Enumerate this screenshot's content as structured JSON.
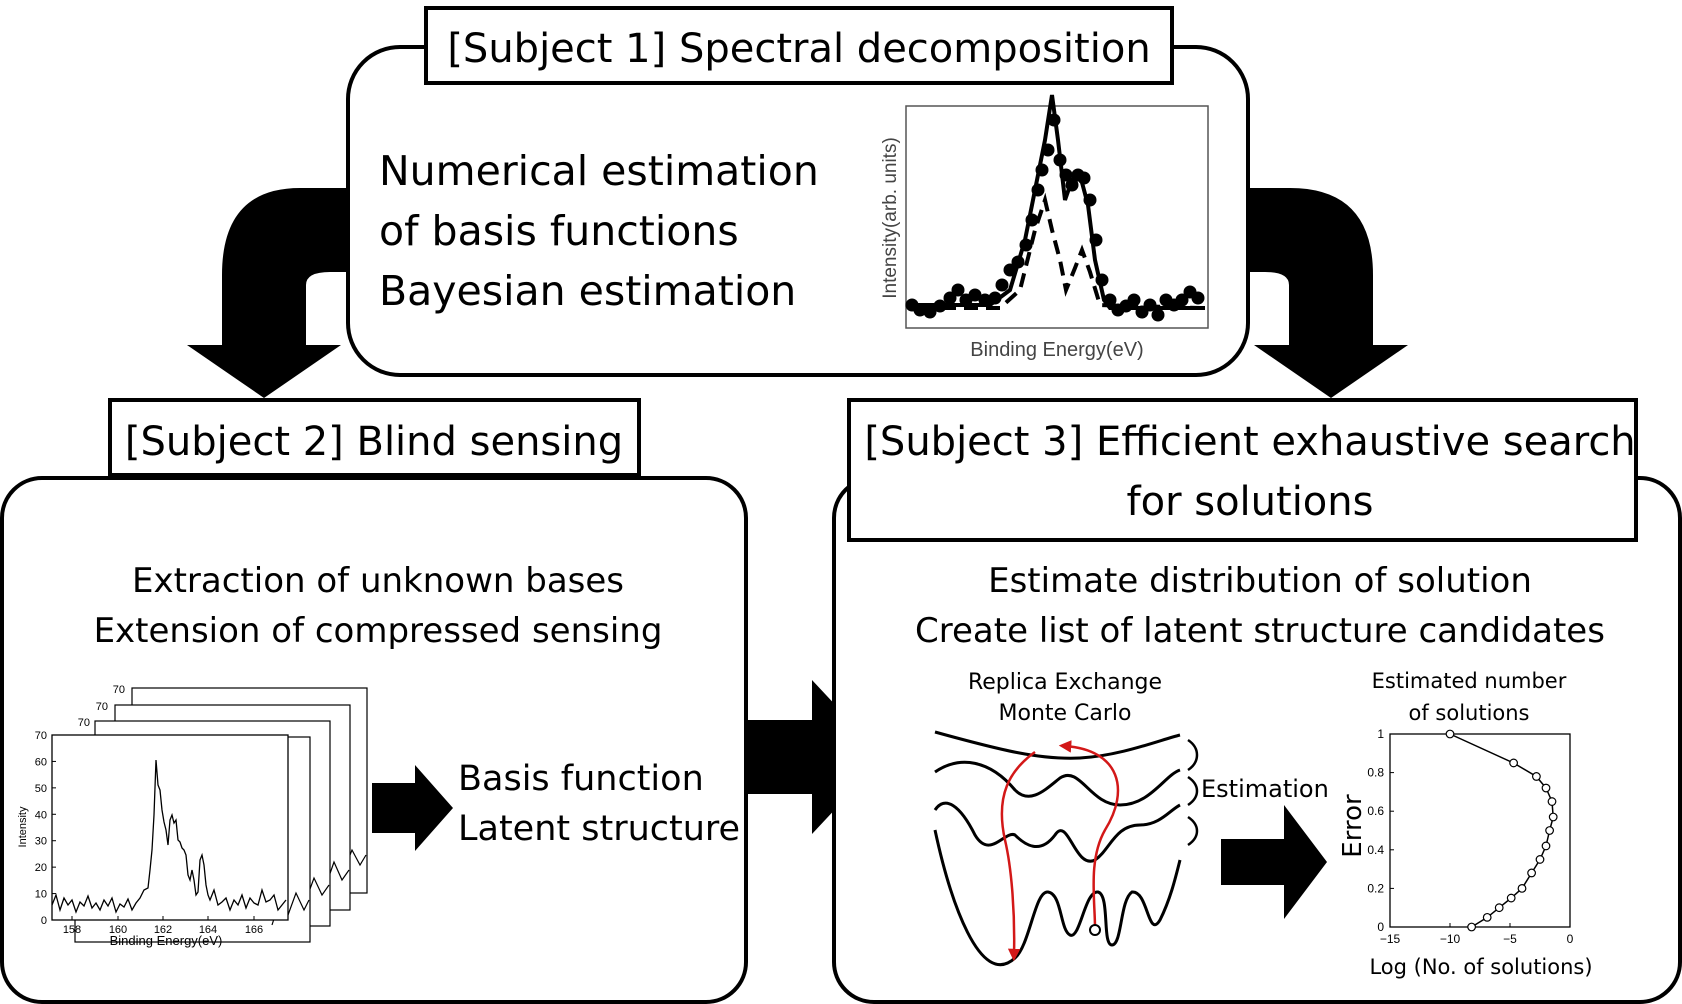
{
  "subject1": {
    "title": "[Subject 1] Spectral decomposition",
    "lines": [
      "Numerical estimation",
      "of basis functions",
      "Bayesian estimation"
    ],
    "plot": {
      "ylabel": "Intensity(arb. units)",
      "xlabel": "Binding Energy(eV)"
    }
  },
  "subject2": {
    "title": "[Subject 2] Blind sensing",
    "lines": [
      "Extraction of unknown bases",
      "Extension of compressed sensing"
    ],
    "result_lines": [
      "Basis function",
      "Latent structure"
    ],
    "plot": {
      "ylabel": "Intensity",
      "xlabel": "Binding Energy(eV)",
      "y_ticks": [
        "0",
        "10",
        "20",
        "30",
        "40",
        "50",
        "60",
        "70"
      ],
      "x_ticks": [
        "158",
        "160",
        "162",
        "164",
        "166"
      ],
      "stack_labels": [
        "70",
        "70",
        "70",
        "70"
      ]
    }
  },
  "subject3": {
    "title_lines": [
      "[Subject 3] Efficient exhaustive search",
      "for solutions"
    ],
    "lines": [
      "Estimate distribution of solution",
      "Create list of latent structure candidates"
    ],
    "rexmc_lines": [
      "Replica Exchange",
      "Monte Carlo"
    ],
    "estimation_label": "Estimation",
    "plot": {
      "title_lines": [
        "Estimated number",
        "of solutions"
      ],
      "ylabel": "Error",
      "xlabel": "Log (No. of solutions)",
      "y_ticks": [
        "0",
        "0.2",
        "0.4",
        "0.6",
        "0.8",
        "1"
      ],
      "x_ticks": [
        "-15",
        "-10",
        "-5",
        "0"
      ]
    }
  },
  "chart_data": {
    "type": "line",
    "xlabel": "Log (No. of solutions)",
    "ylabel": "Error",
    "xlim": [
      -15,
      0
    ],
    "ylim": [
      0,
      1
    ],
    "x": [
      -8.2,
      -6.9,
      -5.9,
      -4.9,
      -4.0,
      -3.2,
      -2.5,
      -2.0,
      -1.7,
      -1.4,
      -1.5,
      -2.0,
      -2.8,
      -4.7,
      -10.0
    ],
    "y": [
      0.0,
      0.05,
      0.1,
      0.15,
      0.2,
      0.28,
      0.35,
      0.42,
      0.5,
      0.57,
      0.65,
      0.72,
      0.78,
      0.85,
      1.0
    ]
  }
}
